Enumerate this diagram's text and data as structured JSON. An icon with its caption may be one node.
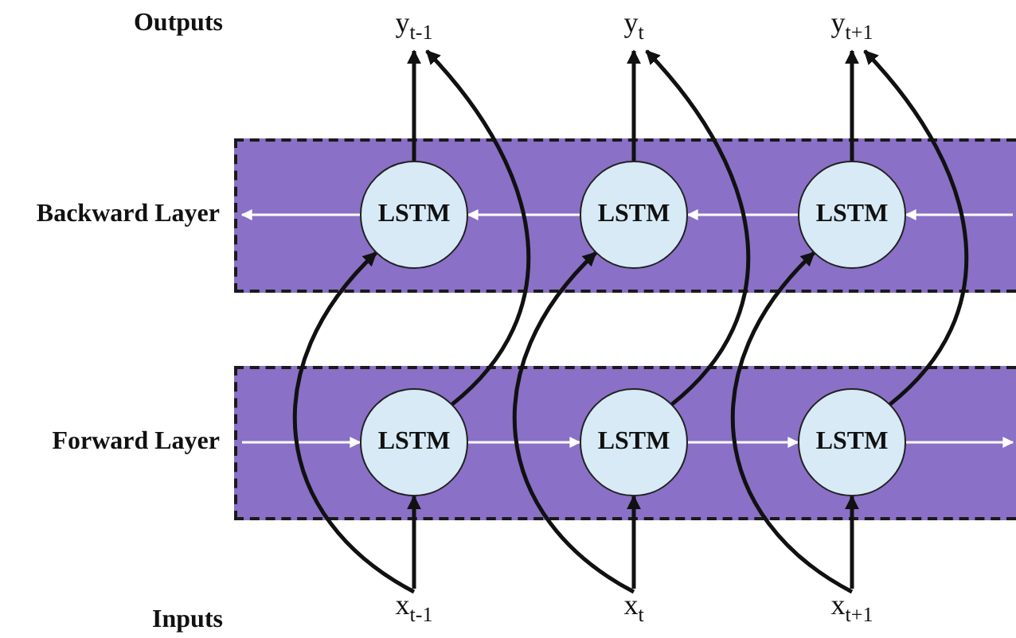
{
  "diagram": {
    "nodes": [
      {
        "text": [
          "y$_{t-1}$"
        ]
      },
      {
        "text": [
          "y$_{t}$"
        ]
      },
      {
        "text": [
          "y$_{t+1}$"
        ]
      },
      {
        "text": [
          "Backward Layer"
        ]
      },
      {
        "text": [
          "LSTM"
        ],
        "in": 3
      },
      {
        "text": [
          "LSTM"
        ],
        "in": 3
      },
      {
        "text": [
          "LSTM"
        ],
        "in": 3
      },
      {
        "text": [
          "Forward Layer"
        ]
      },
      {
        "text": [
          "LSTM"
        ],
        "in": 7
      },
      {
        "text": [
          "LSTM"
        ],
        "in": 7
      },
      {
        "text": [
          "LSTM"
        ],
        "in": 7
      },
      {
        "text": [
          "x$_{t-1}$"
        ]
      },
      {
        "text": [
          "x$_{t}$"
        ]
      },
      {
        "text": [
          "x$_{t+1}$"
        ]
      }
    ],
    "edges": [
      {
        "from": null,
        "to": 6,
        "arrow": "to",
        "color": "#ffffff"
      },
      {
        "from": 6,
        "to": 5,
        "arrow": "to",
        "color": "#ffffff"
      },
      {
        "from": 5,
        "to": 4,
        "arrow": "to",
        "color": "#ffffff"
      },
      {
        "from": 4,
        "to": null,
        "arrow": "to",
        "color": "#ffffff"
      },
      {
        "from": null,
        "to": 8,
        "arrow": "to",
        "color": "#ffffff"
      },
      {
        "from": 8,
        "to": 9,
        "arrow": "to",
        "color": "#ffffff"
      },
      {
        "from": 9,
        "to": 10,
        "arrow": "to",
        "color": "#ffffff"
      },
      {
        "from": 10,
        "to": null,
        "arrow": "to",
        "color": "#ffffff"
      },
      {
        "from": 11,
        "to": 8,
        "arrow": "to"
      },
      {
        "from": 11,
        "to": 4,
        "arrow": "to"
      },
      {
        "from": 12,
        "to": 9,
        "arrow": "to"
      },
      {
        "from": 12,
        "to": 5,
        "arrow": "to"
      },
      {
        "from": 13,
        "to": 10,
        "arrow": "to"
      },
      {
        "from": 13,
        "to": 6,
        "arrow": "to"
      },
      {
        "from": 4,
        "to": 0,
        "arrow": "to"
      },
      {
        "from": 8,
        "to": 0,
        "arrow": "to"
      },
      {
        "from": 5,
        "to": 1,
        "arrow": "to"
      },
      {
        "from": 9,
        "to": 1,
        "arrow": "to"
      },
      {
        "from": 6,
        "to": 2,
        "arrow": "to"
      },
      {
        "from": 10,
        "to": 2,
        "arrow": "to"
      }
    ],
    "labels": [
      "Outputs",
      "Inputs"
    ]
  }
}
